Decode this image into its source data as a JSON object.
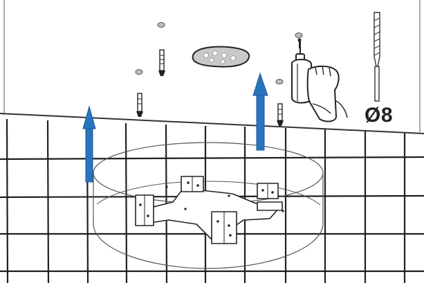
{
  "drill_bit": {
    "size_label": "Ø8"
  },
  "colors": {
    "arrow": "#2a74bd",
    "line": "#333333",
    "ceiling": "#ffffff",
    "tile_grout": "#1f1f1f"
  },
  "icons": [
    "ceiling-panel",
    "wall-plug-icon",
    "screw-anchor-icon",
    "drill-hole-marker",
    "cable-opening",
    "up-arrow-icon",
    "hand-drill-icon",
    "drill-bit-icon",
    "lamp-ring",
    "mounting-bracket-icon"
  ]
}
